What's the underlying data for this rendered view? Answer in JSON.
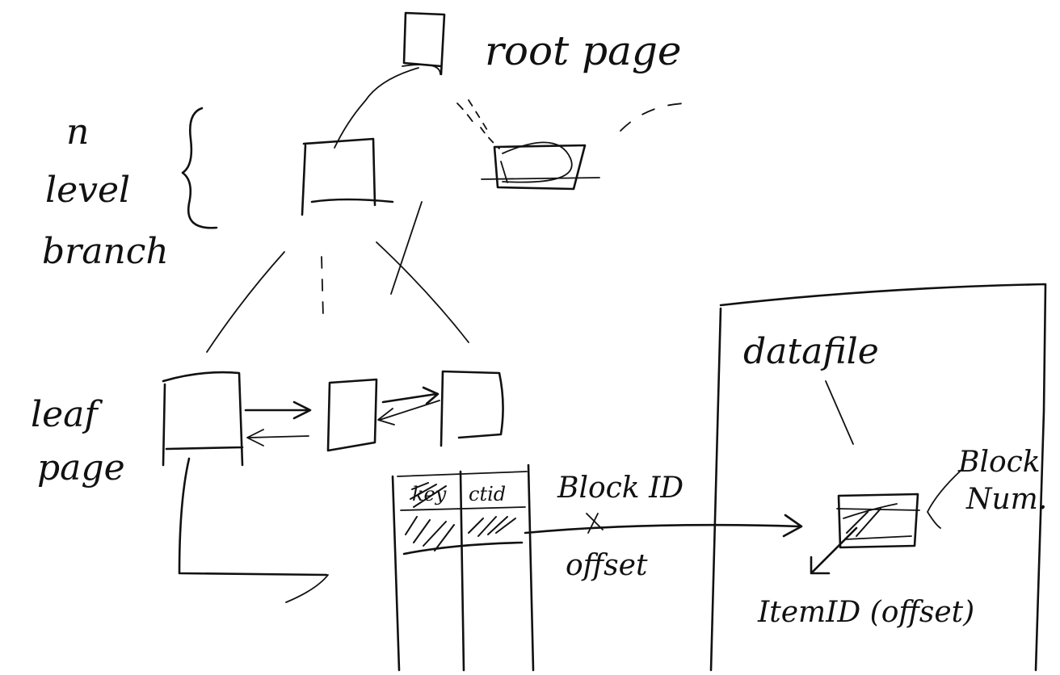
{
  "labels": {
    "root_page": "root page",
    "n": "n",
    "level": "level",
    "branch": "branch",
    "leaf": "leaf",
    "page": "page",
    "datafile": "datafile",
    "block_id": "Block ID",
    "offset": "offset",
    "block": "Block",
    "num": "Num.",
    "item_id_offset": "ItemID (offset)"
  },
  "index_table": {
    "headers": [
      "key",
      "ctid"
    ]
  }
}
